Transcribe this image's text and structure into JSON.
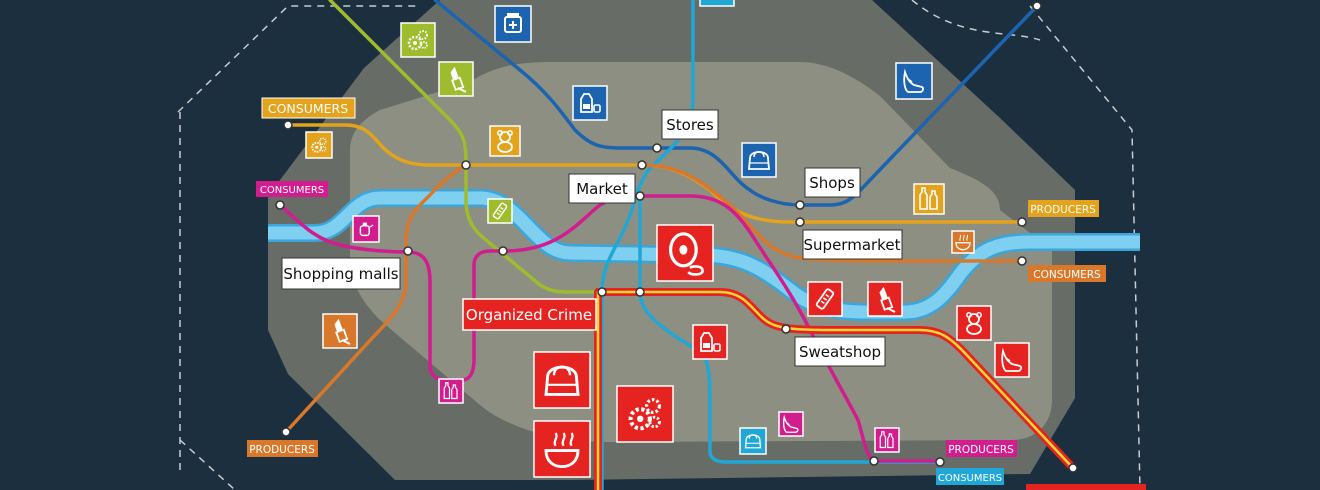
{
  "stations": {
    "stores": "Stores",
    "market": "Market",
    "shops": "Shops",
    "supermarket": "Supermarket",
    "shopping_malls": "Shopping malls",
    "organized_crime": "Organized Crime",
    "sweatshop": "Sweatshop"
  },
  "terminals": {
    "consumers_yellow_left": "CONSUMERS",
    "consumers_magenta_left": "CONSUMERS",
    "producers_orange_left": "PRODUCERS",
    "producers_yellow_right": "PRODUCERS",
    "consumers_orange_right": "CONSUMERS",
    "producers_magenta_bottom": "PRODUCERS",
    "consumers_cyan_bottom": "CONSUMERS"
  },
  "lines": [
    {
      "id": "yellow",
      "color": "#e4a31c"
    },
    {
      "id": "orange",
      "color": "#d9782a"
    },
    {
      "id": "magenta",
      "color": "#d21d8e"
    },
    {
      "id": "blue",
      "color": "#1c64b0"
    },
    {
      "id": "cyan",
      "color": "#21a7d6"
    },
    {
      "id": "green",
      "color": "#9ebc2e"
    },
    {
      "id": "red",
      "color": "#e52421"
    }
  ],
  "colors": {
    "background": "#1b2f3e",
    "outer_zone": "#676d66",
    "inner_zone": "#8c8f82",
    "river": "#7fd0f0",
    "river_edge": "#3aa6dc"
  },
  "icons": [
    {
      "name": "medicine-jar-icon",
      "color": "#1c64b0"
    },
    {
      "name": "gears-icon",
      "color": "#9ebc2e"
    },
    {
      "name": "lipstick-icon",
      "color": "#9ebc2e"
    },
    {
      "name": "gears-icon",
      "color": "#e4a31c"
    },
    {
      "name": "milk-carton-icon",
      "color": "#1c64b0"
    },
    {
      "name": "teddy-bear-icon",
      "color": "#e4a31c"
    },
    {
      "name": "shoe-icon",
      "color": "#1c64b0"
    },
    {
      "name": "handbag-icon",
      "color": "#1c64b0"
    },
    {
      "name": "bottles-icon",
      "color": "#e4a31c"
    },
    {
      "name": "food-bowl-icon",
      "color": "#d9782a"
    },
    {
      "name": "perfume-icon",
      "color": "#d21d8e"
    },
    {
      "name": "mobile-phone-icon",
      "color": "#9ebc2e"
    },
    {
      "name": "lipstick-icon",
      "color": "#d9782a"
    },
    {
      "name": "bottles-icon",
      "color": "#d21d8e"
    },
    {
      "name": "cd-icon",
      "color": "#e52421"
    },
    {
      "name": "handbag-icon",
      "color": "#e52421"
    },
    {
      "name": "gears-icon",
      "color": "#e52421"
    },
    {
      "name": "food-bowl-icon",
      "color": "#e52421"
    },
    {
      "name": "mobile-phone-icon",
      "color": "#e52421"
    },
    {
      "name": "lipstick-icon",
      "color": "#e52421"
    },
    {
      "name": "milk-carton-icon",
      "color": "#e52421"
    },
    {
      "name": "teddy-bear-icon",
      "color": "#e52421"
    },
    {
      "name": "shoe-icon",
      "color": "#e52421"
    },
    {
      "name": "shoe-icon",
      "color": "#d21d8e"
    },
    {
      "name": "bottles-icon",
      "color": "#d21d8e"
    },
    {
      "name": "handbag-icon",
      "color": "#21a7d6"
    }
  ]
}
